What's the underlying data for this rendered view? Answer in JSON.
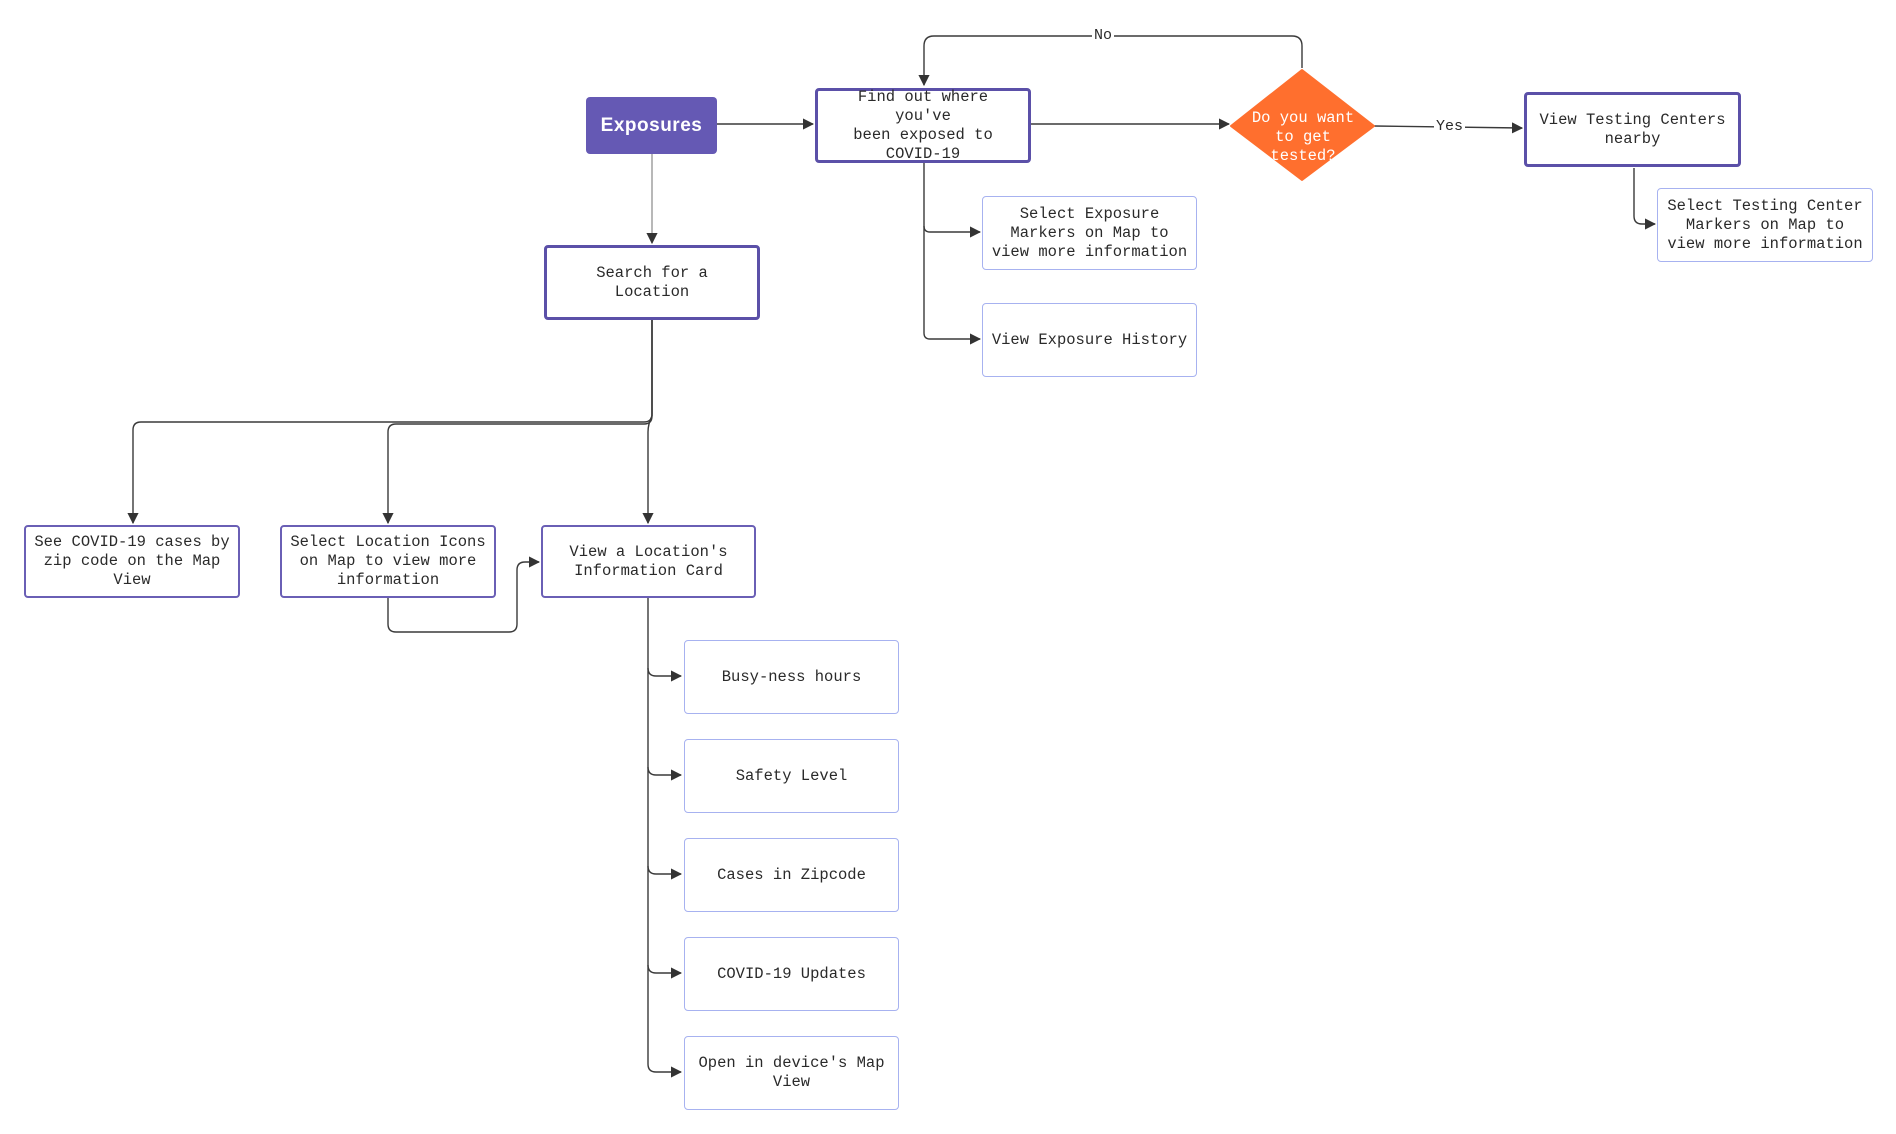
{
  "flowchart": {
    "nodes": {
      "exposures": "Exposures",
      "find_out": "Find out where you've\nbeen exposed to\nCOVID-19",
      "decision": "Do you want\nto get\ntested?",
      "view_testing_centers": "View Testing Centers\nnearby",
      "select_testing_markers": "Select Testing Center\nMarkers on Map to\nview more information",
      "select_exposure_markers": "Select Exposure\nMarkers on Map to\nview more information",
      "view_exposure_history": "View Exposure History",
      "search_location": "Search for a Location",
      "see_covid_cases": "See COVID-19 cases by\nzip code on the Map\nView",
      "select_location_icons": "Select Location Icons\non Map to view more\ninformation",
      "view_info_card": "View a Location's\nInformation Card",
      "busyness_hours": "Busy-ness hours",
      "safety_level": "Safety Level",
      "cases_in_zipcode": "Cases in Zipcode",
      "covid_updates": "COVID-19 Updates",
      "open_device_map": "Open in device's Map\nView"
    },
    "edge_labels": {
      "no": "No",
      "yes": "Yes"
    },
    "colors": {
      "start_fill": "#6559b4",
      "primary_border": "#5b50a8",
      "leaf_border": "#a7b2f0",
      "decision_fill": "#ff6f2e",
      "connector": "#3a3a3a"
    }
  }
}
